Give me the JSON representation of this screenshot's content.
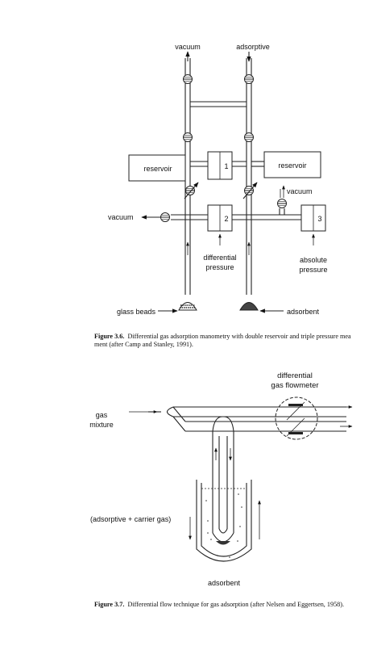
{
  "figure_3_6": {
    "labels": {
      "vacuum_top": "vacuum",
      "adsorptive": "adsorptive",
      "reservoir_left": "reservoir",
      "reservoir_right": "reservoir",
      "cell_1": "1",
      "cell_2": "2",
      "cell_3": "3",
      "vacuum_right": "vacuum",
      "vacuum_left": "vacuum",
      "differential_line1": "differential",
      "differential_line2": "pressure",
      "absolute_line1": "absolute",
      "absolute_line2": "pressure",
      "glass_beads": "glass beads",
      "adsorbent": "adsorbent"
    },
    "caption": {
      "number": "Figure 3.6.",
      "line1": "Differential gas adsorption manometry with double reservoir and triple pressure mea",
      "line2": "ment (after Camp and Stanley, 1991)."
    }
  },
  "figure_3_7": {
    "labels": {
      "flowmeter_line1": "differential",
      "flowmeter_line2": "gas flowmeter",
      "gas_line1": "gas",
      "gas_line2": "mixture",
      "carrier": "(adsorptive + carrier gas)",
      "adsorbent": "adsorbent"
    },
    "caption": {
      "number": "Figure 3.7.",
      "text": "Differential flow technique for gas adsorption (after Nelsen and Eggertsen, 1958)."
    }
  }
}
